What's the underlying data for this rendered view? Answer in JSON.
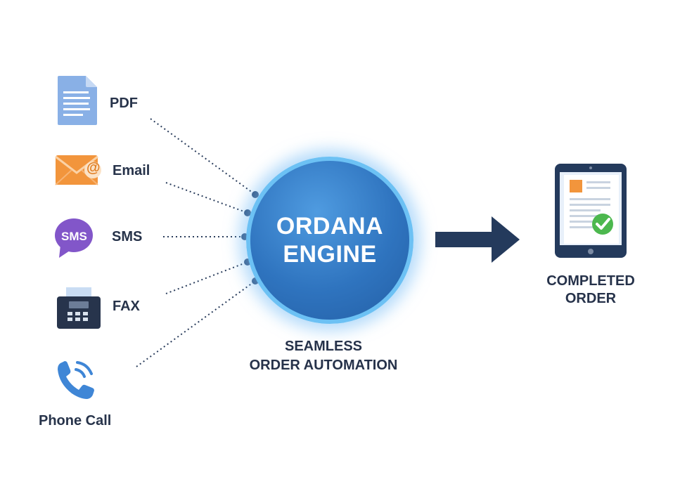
{
  "sources": [
    {
      "label": "PDF",
      "icon": "pdf-document-icon"
    },
    {
      "label": "Email",
      "icon": "email-envelope-icon"
    },
    {
      "label": "SMS",
      "icon": "sms-bubble-icon",
      "bubble_text": "SMS"
    },
    {
      "label": "FAX",
      "icon": "fax-machine-icon"
    },
    {
      "label": "Phone Call",
      "icon": "phone-call-icon"
    }
  ],
  "email_icon_symbol": "@",
  "engine": {
    "line1": "ORDANA",
    "line2": "ENGINE"
  },
  "caption": {
    "line1": "SEAMLESS",
    "line2": "ORDER AUTOMATION"
  },
  "output": {
    "line1": "COMPLETED",
    "line2": "ORDER",
    "icon": "tablet-order-check-icon"
  },
  "colors": {
    "text": "#26324a",
    "engine_fill": "#2f74bf",
    "engine_ring": "#6cc1f4",
    "arrow": "#243a5c",
    "pdf": "#7fa9e3",
    "email": "#f2953c",
    "sms": "#8256c9",
    "fax": "#26324a",
    "phone": "#3f86d6",
    "check": "#4cb84e"
  }
}
